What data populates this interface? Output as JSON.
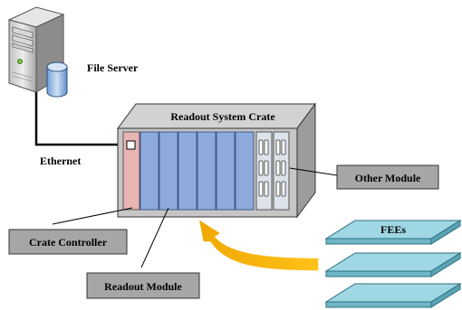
{
  "labels": {
    "file_server": "File Server",
    "ethernet": "Ethernet",
    "crate_title": "Readout System Crate",
    "other_module": "Other Module",
    "crate_controller": "Crate Controller",
    "readout_module": "Readout Module",
    "fees": "FEEs"
  },
  "colors": {
    "crate_gray": "#c8c8c8",
    "crate_dark": "#9a9a9a",
    "controller_pink": "#e8b4b4",
    "module_blue": "#8eaadb",
    "fee_cyan": "#9fd8e4",
    "arrow_orange": "#f5b200",
    "callout_gray": "#a6a6a6"
  },
  "icons": [
    "server-tower-icon",
    "database-icon",
    "data-flow-arrow-icon"
  ]
}
